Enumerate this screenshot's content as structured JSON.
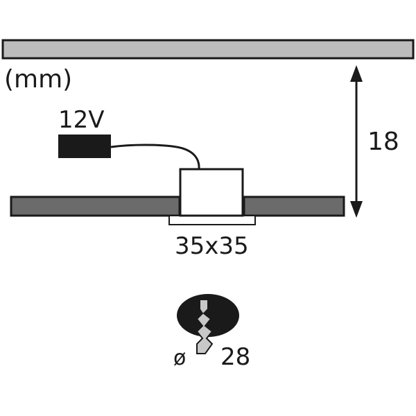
{
  "units": {
    "label": "(mm)"
  },
  "voltage": {
    "label": "12V"
  },
  "height": {
    "label": "18"
  },
  "cutout": {
    "label": "35x35"
  },
  "drill": {
    "symbol": "ø",
    "value": "28"
  },
  "icons": {
    "driver": "driver-box-icon",
    "drill_hole": "drill-hole-icon",
    "arrow": "double-arrow-icon"
  },
  "colors": {
    "ceiling": "#bdbdbd",
    "panel": "#6b6b6b",
    "outline": "#1a1a1a",
    "driver": "#1a1a1a",
    "fixture": "#ffffff",
    "hole": "#1a1a1a",
    "drill_bit": "#c8c8c8"
  }
}
